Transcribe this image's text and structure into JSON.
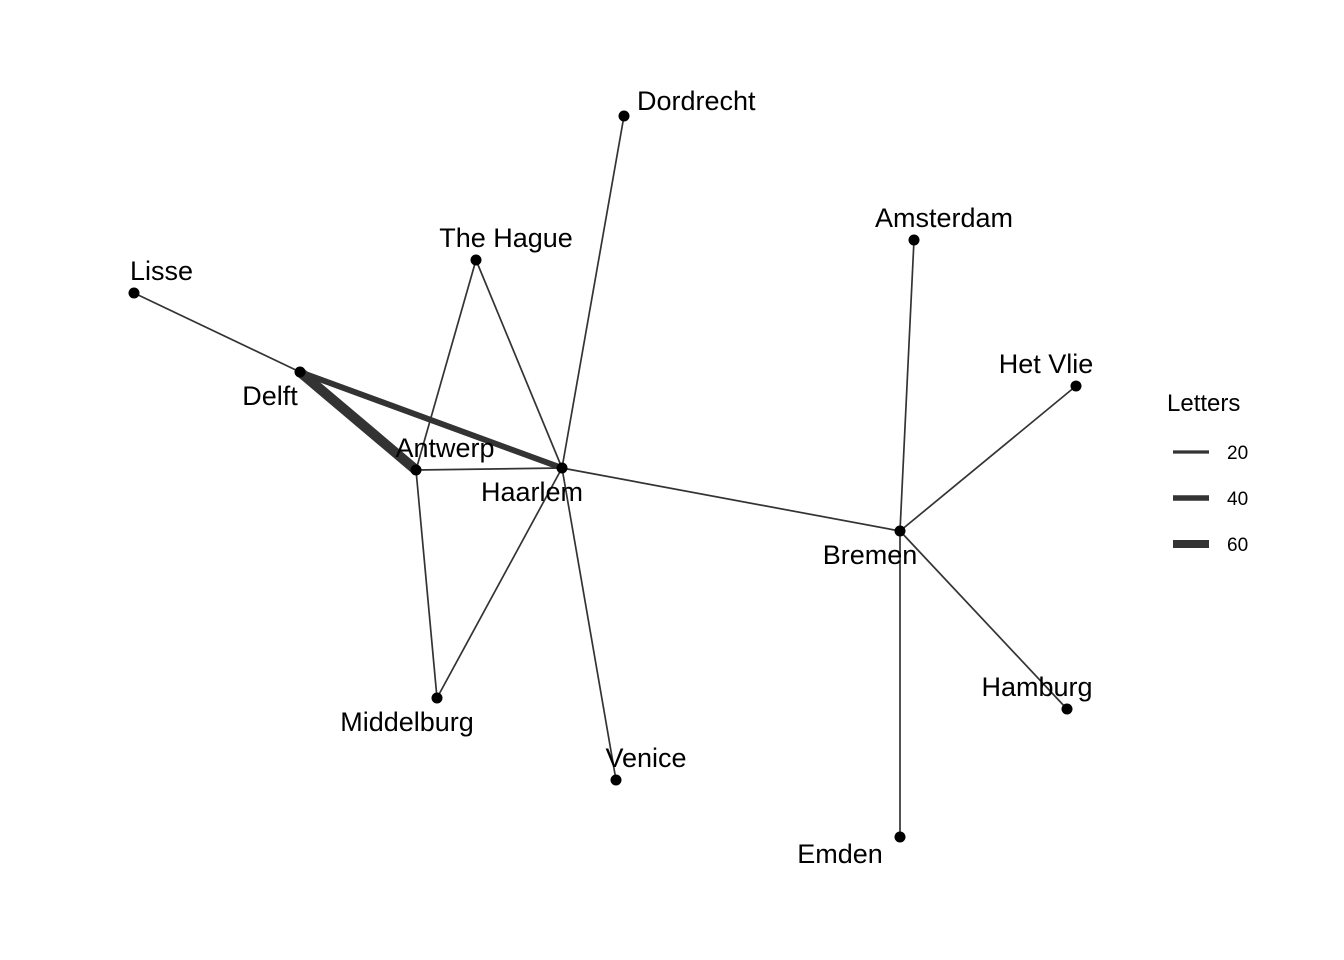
{
  "nodes": [
    {
      "id": "dordrecht",
      "name": "Dordrecht"
    },
    {
      "id": "amsterdam",
      "name": "Amsterdam"
    },
    {
      "id": "the-hague",
      "name": "The Hague"
    },
    {
      "id": "lisse",
      "name": "Lisse"
    },
    {
      "id": "het-vlie",
      "name": "Het Vlie"
    },
    {
      "id": "delft",
      "name": "Delft"
    },
    {
      "id": "antwerp",
      "name": "Antwerp"
    },
    {
      "id": "haarlem",
      "name": "Haarlem"
    },
    {
      "id": "bremen",
      "name": "Bremen"
    },
    {
      "id": "middelburg",
      "name": "Middelburg"
    },
    {
      "id": "hamburg",
      "name": "Hamburg"
    },
    {
      "id": "venice",
      "name": "Venice"
    },
    {
      "id": "emden",
      "name": "Emden"
    }
  ],
  "edges": [
    {
      "from": "lisse",
      "to": "delft",
      "letters": 5
    },
    {
      "from": "delft",
      "to": "antwerp",
      "letters": 65
    },
    {
      "from": "delft",
      "to": "haarlem",
      "letters": 35
    },
    {
      "from": "antwerp",
      "to": "haarlem",
      "letters": 5
    },
    {
      "from": "the-hague",
      "to": "antwerp",
      "letters": 5
    },
    {
      "from": "the-hague",
      "to": "haarlem",
      "letters": 5
    },
    {
      "from": "dordrecht",
      "to": "haarlem",
      "letters": 5
    },
    {
      "from": "antwerp",
      "to": "middelburg",
      "letters": 5
    },
    {
      "from": "haarlem",
      "to": "middelburg",
      "letters": 5
    },
    {
      "from": "haarlem",
      "to": "venice",
      "letters": 5
    },
    {
      "from": "haarlem",
      "to": "bremen",
      "letters": 5
    },
    {
      "from": "bremen",
      "to": "amsterdam",
      "letters": 5
    },
    {
      "from": "bremen",
      "to": "het-vlie",
      "letters": 5
    },
    {
      "from": "bremen",
      "to": "hamburg",
      "letters": 5
    },
    {
      "from": "bremen",
      "to": "emden",
      "letters": 5
    }
  ],
  "legend": {
    "title": "Letters",
    "entries": [
      {
        "label": "20",
        "value": 20
      },
      {
        "label": "40",
        "value": 40
      },
      {
        "label": "60",
        "value": 60
      }
    ]
  },
  "colors": {
    "edge": "#333333",
    "node": "#000000"
  }
}
